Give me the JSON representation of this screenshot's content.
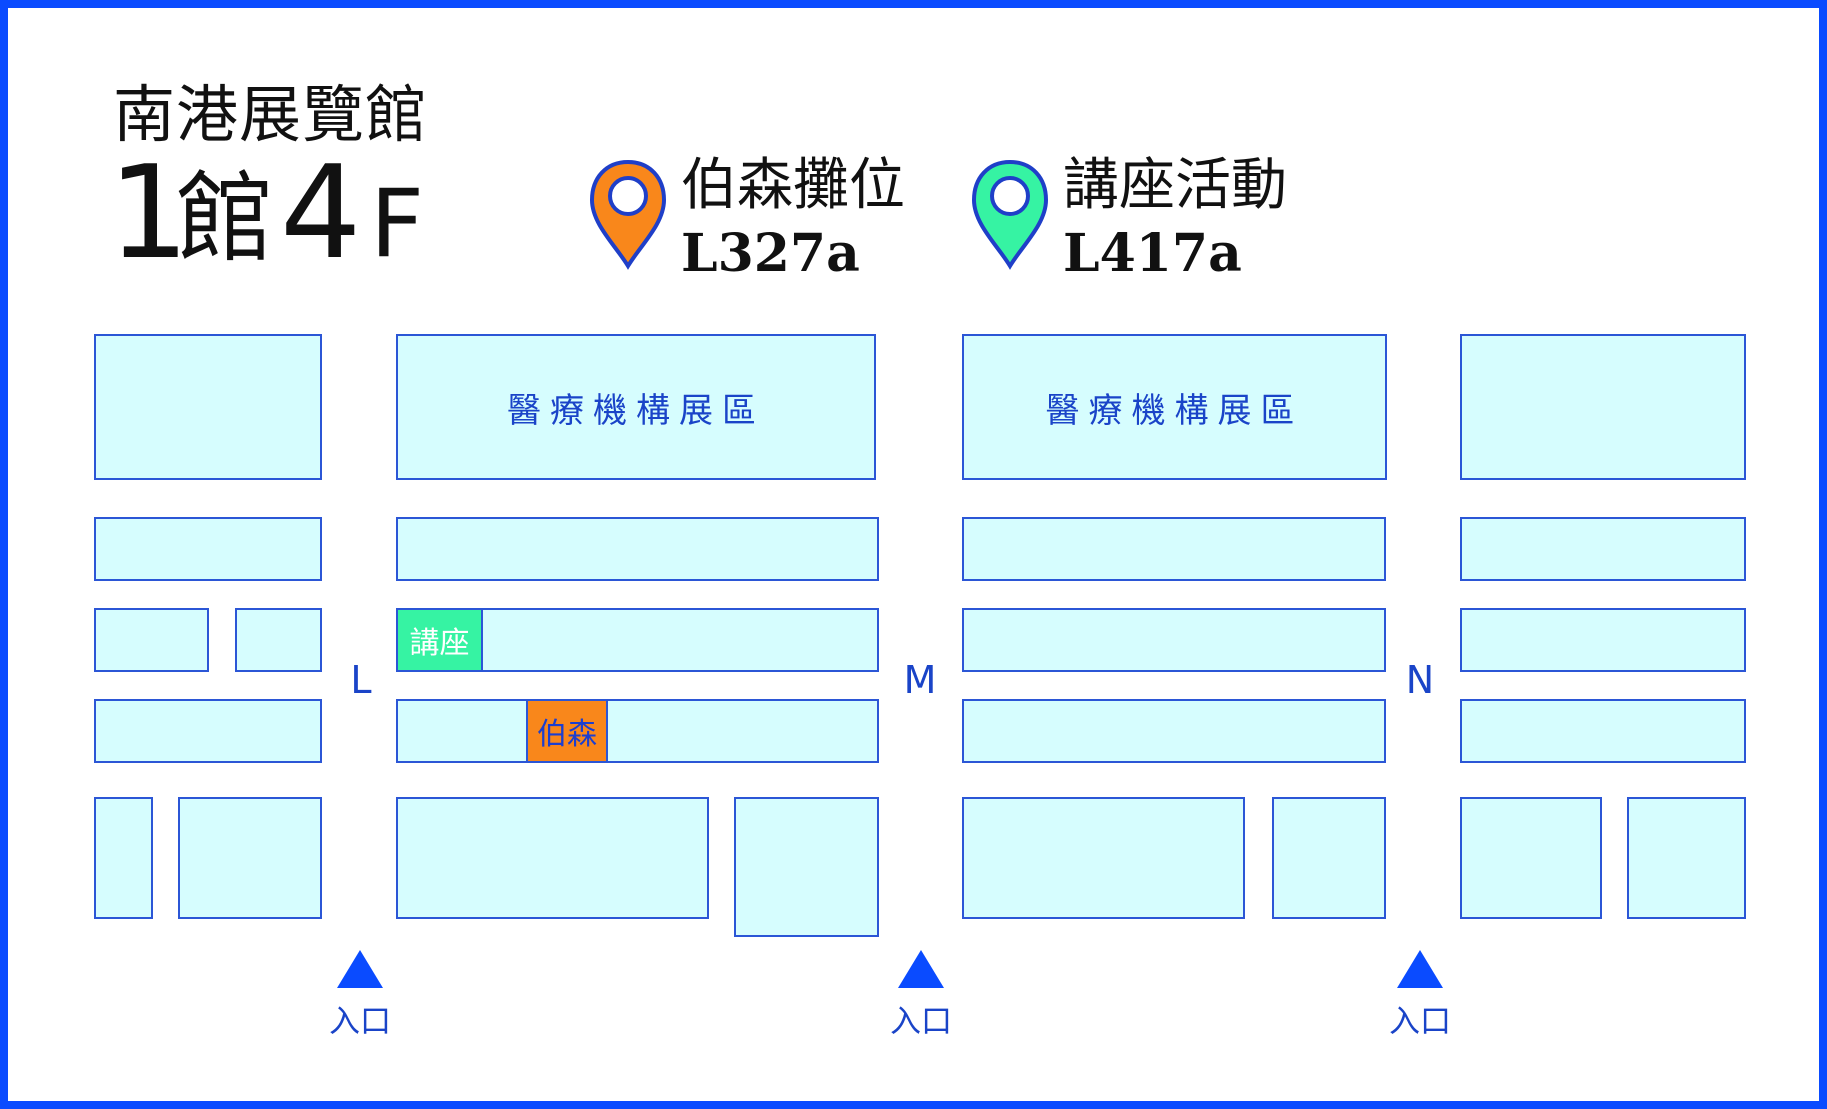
{
  "header": {
    "venue": "南港展覽館",
    "hall_number": "1",
    "hall_unit": "館",
    "floor_number": "4",
    "floor_unit": "F"
  },
  "legend": [
    {
      "label": "伯森攤位",
      "code": "L327a",
      "pin_color": "#f9871b",
      "icon": "map-pin-icon"
    },
    {
      "label": "講座活動",
      "code": "L417a",
      "pin_color": "#36f3a3",
      "icon": "map-pin-icon"
    }
  ],
  "zones": {
    "medical": "醫療機構展區"
  },
  "markers": {
    "talk": "講座",
    "booth": "伯森"
  },
  "aisles": [
    "L",
    "M",
    "N"
  ],
  "entrance_label": "入口",
  "colors": {
    "frame": "#0a4bff",
    "block_fill": "#d6fdfe",
    "block_stroke": "#2b56d6",
    "label_blue": "#1a44c8",
    "booth": "#f9871b",
    "talk": "#36f3a3"
  }
}
